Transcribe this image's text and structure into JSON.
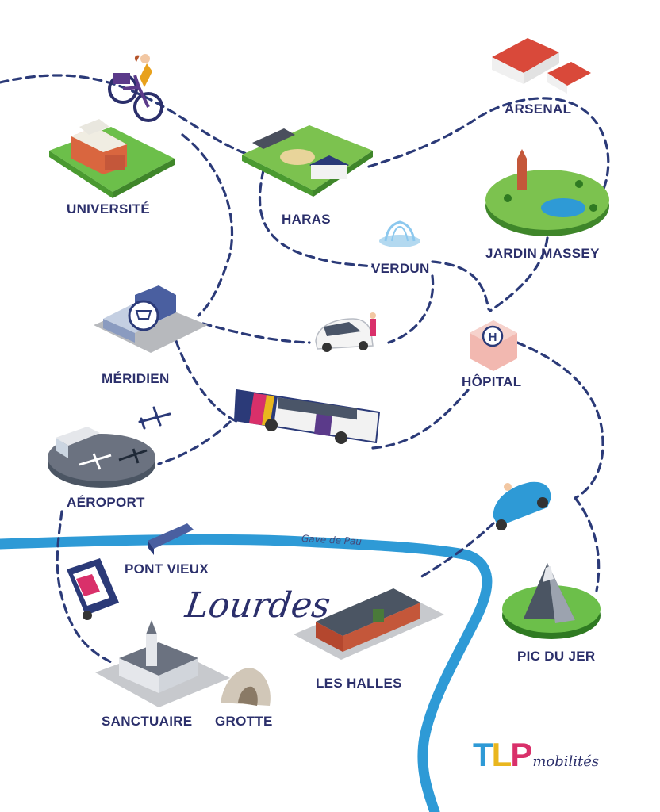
{
  "colors": {
    "route": "#2b3a78",
    "river": "#2e9ad6",
    "label": "#2b2f6b",
    "ground": "#6cbf4a"
  },
  "places": {
    "universite": "UNIVERSITÉ",
    "haras": "HARAS",
    "arsenal": "ARSENAL",
    "jardin_massey": "JARDIN MASSEY",
    "verdun": "VERDUN",
    "meridien": "MÉRIDIEN",
    "hopital": "HÔPITAL",
    "aeroport": "AÉROPORT",
    "pont_vieux": "PONT VIEUX",
    "les_halles": "LES HALLES",
    "pic_du_jer": "PIC DU JER",
    "sanctuaire": "SANCTUAIRE",
    "grotte": "GROTTE"
  },
  "river_name": "Gave de Pau",
  "city_name": "Lourdes",
  "logo": {
    "letter_t": "T",
    "letter_l": "L",
    "letter_p": "P",
    "suffix": "mobilités",
    "color_t": "#2e9ad6",
    "color_l": "#e9b61e",
    "color_p": "#d9306a"
  },
  "icons": [
    "cyclist-icon",
    "university-building-icon",
    "horse-stable-icon",
    "arsenal-building-icon",
    "park-icon",
    "fountain-icon",
    "shopping-mall-icon",
    "car-icon",
    "hospital-icon",
    "bus-icon",
    "airport-icon",
    "airplane-icon",
    "bridge-icon",
    "minibus-icon",
    "church-icon",
    "grotto-icon",
    "market-hall-icon",
    "convertible-car-icon",
    "mountain-icon"
  ]
}
